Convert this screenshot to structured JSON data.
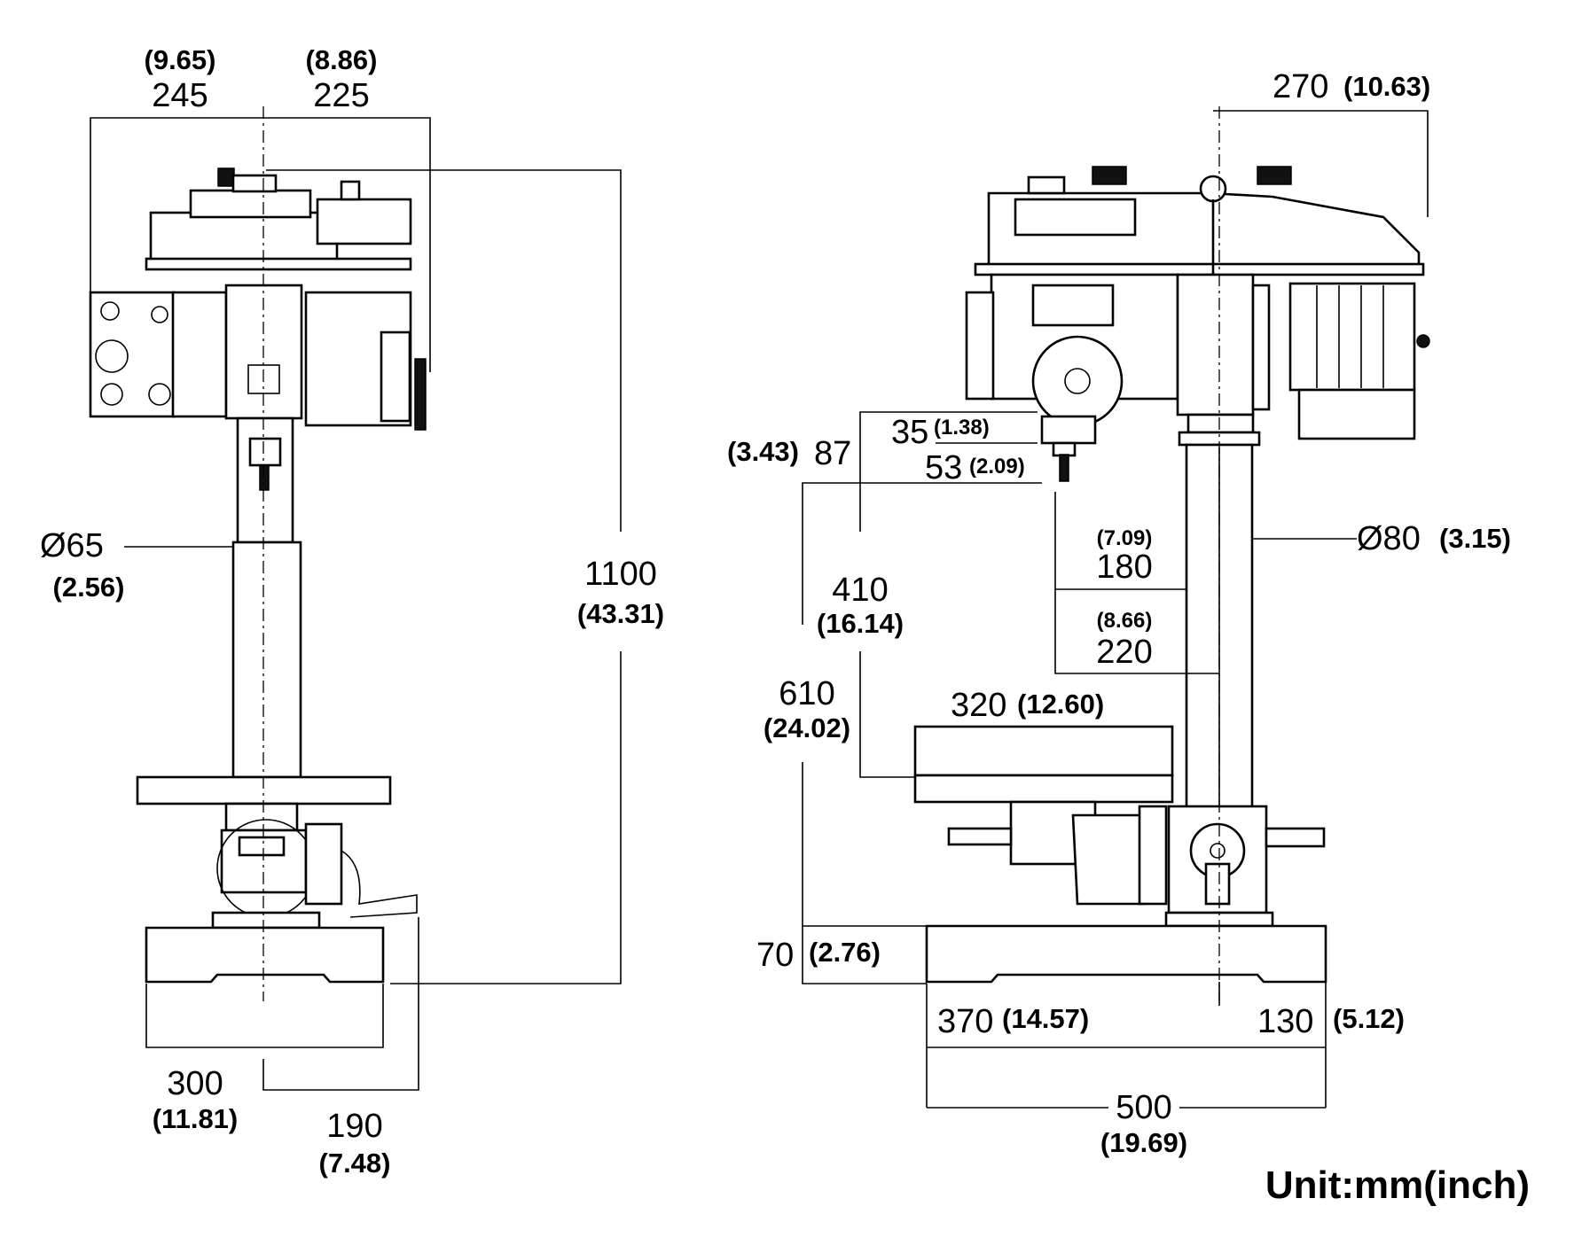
{
  "front_view": {
    "top_left_width": {
      "mm": "245",
      "inch": "(9.65)"
    },
    "top_right_width": {
      "mm": "225",
      "inch": "(8.86)"
    },
    "column_diameter": {
      "mm": "Ø65",
      "inch": "(2.56)"
    },
    "overall_height": {
      "mm": "1100",
      "inch": "(43.31)"
    },
    "base_width": {
      "mm": "300",
      "inch": "(11.81)"
    },
    "base_offset": {
      "mm": "190",
      "inch": "(7.48)"
    }
  },
  "side_view": {
    "head_depth": {
      "mm": "270",
      "inch": "(10.63)"
    },
    "spindle_offset_a": {
      "mm": "35",
      "inch": "(1.38)"
    },
    "spindle_offset_b": {
      "mm": "53",
      "inch": "(2.09)"
    },
    "spindle_to_table_top": {
      "mm": "87",
      "inch": "(3.43)"
    },
    "column_diameter": {
      "mm": "Ø80",
      "inch": "(3.15)"
    },
    "reach_a": {
      "mm": "180",
      "inch": "(7.09)"
    },
    "reach_b": {
      "mm": "220",
      "inch": "(8.66)"
    },
    "table_travel": {
      "mm": "410",
      "inch": "(16.14)"
    },
    "spindle_to_base": {
      "mm": "610",
      "inch": "(24.02)"
    },
    "table_size": {
      "mm": "320",
      "inch": "(12.60)"
    },
    "base_height": {
      "mm": "70",
      "inch": "(2.76)"
    },
    "base_front": {
      "mm": "370",
      "inch": "(14.57)"
    },
    "base_rear": {
      "mm": "130",
      "inch": "(5.12)"
    },
    "base_length": {
      "mm": "500",
      "inch": "(19.69)"
    }
  },
  "unit_label": "Unit:mm(inch)"
}
